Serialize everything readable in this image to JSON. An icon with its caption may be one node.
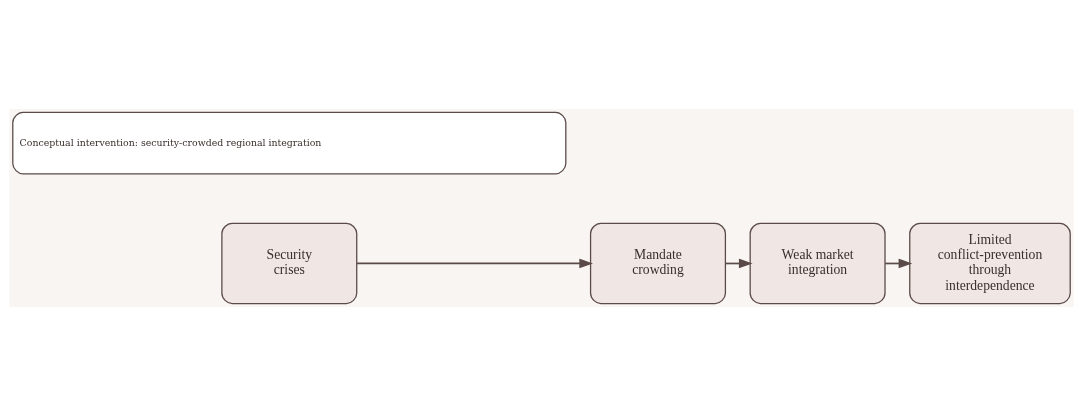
{
  "diagram": {
    "nodes": [
      {
        "text": [
          "Security crises"
        ]
      },
      {
        "text": [
          "Mandate crowding"
        ]
      },
      {
        "text": [
          "Weak market integration"
        ]
      },
      {
        "text": [
          "Limited conflict-prevention through interdependence"
        ]
      },
      {
        "text": [
          "Conceptual intervention: security-crowded regional integration"
        ]
      }
    ],
    "edges": [
      {
        "from": 0,
        "to": 1,
        "arrow": "to"
      },
      {
        "from": 1,
        "to": 2,
        "arrow": "to"
      },
      {
        "from": 2,
        "to": 3,
        "arrow": "to"
      }
    ]
  }
}
